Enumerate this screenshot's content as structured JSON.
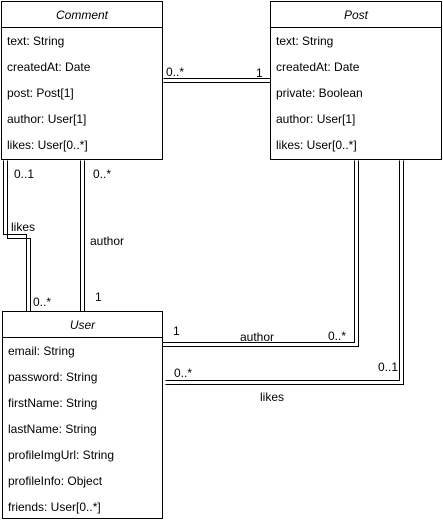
{
  "classes": {
    "comment": {
      "name": "Comment",
      "attributes": [
        "text: String",
        "createdAt: Date",
        "post: Post[1]",
        "author: User[1]",
        "likes: User[0..*]"
      ]
    },
    "post": {
      "name": "Post",
      "attributes": [
        "text: String",
        "createdAt: Date",
        "private: Boolean",
        "author: User[1]",
        "likes: User[0..*]"
      ]
    },
    "user": {
      "name": "User",
      "attributes": [
        "email: String",
        "password: String",
        "firstName: String",
        "lastName: String",
        "profileImgUrl: String",
        "profileInfo: Object",
        "friends: User[0..*]"
      ]
    }
  },
  "associations": {
    "comment_post": {
      "comment_end": "0..*",
      "post_end": "1"
    },
    "comment_likes": {
      "comment_end": "0..1",
      "name": "likes",
      "user_end": "0..*"
    },
    "comment_author": {
      "comment_end": "0..*",
      "name": "author",
      "user_end": "1"
    },
    "post_author": {
      "user_end": "1",
      "name": "author",
      "post_end": "0..*"
    },
    "post_likes": {
      "user_end": "0..*",
      "post_end": "0..1",
      "name": "likes"
    }
  }
}
